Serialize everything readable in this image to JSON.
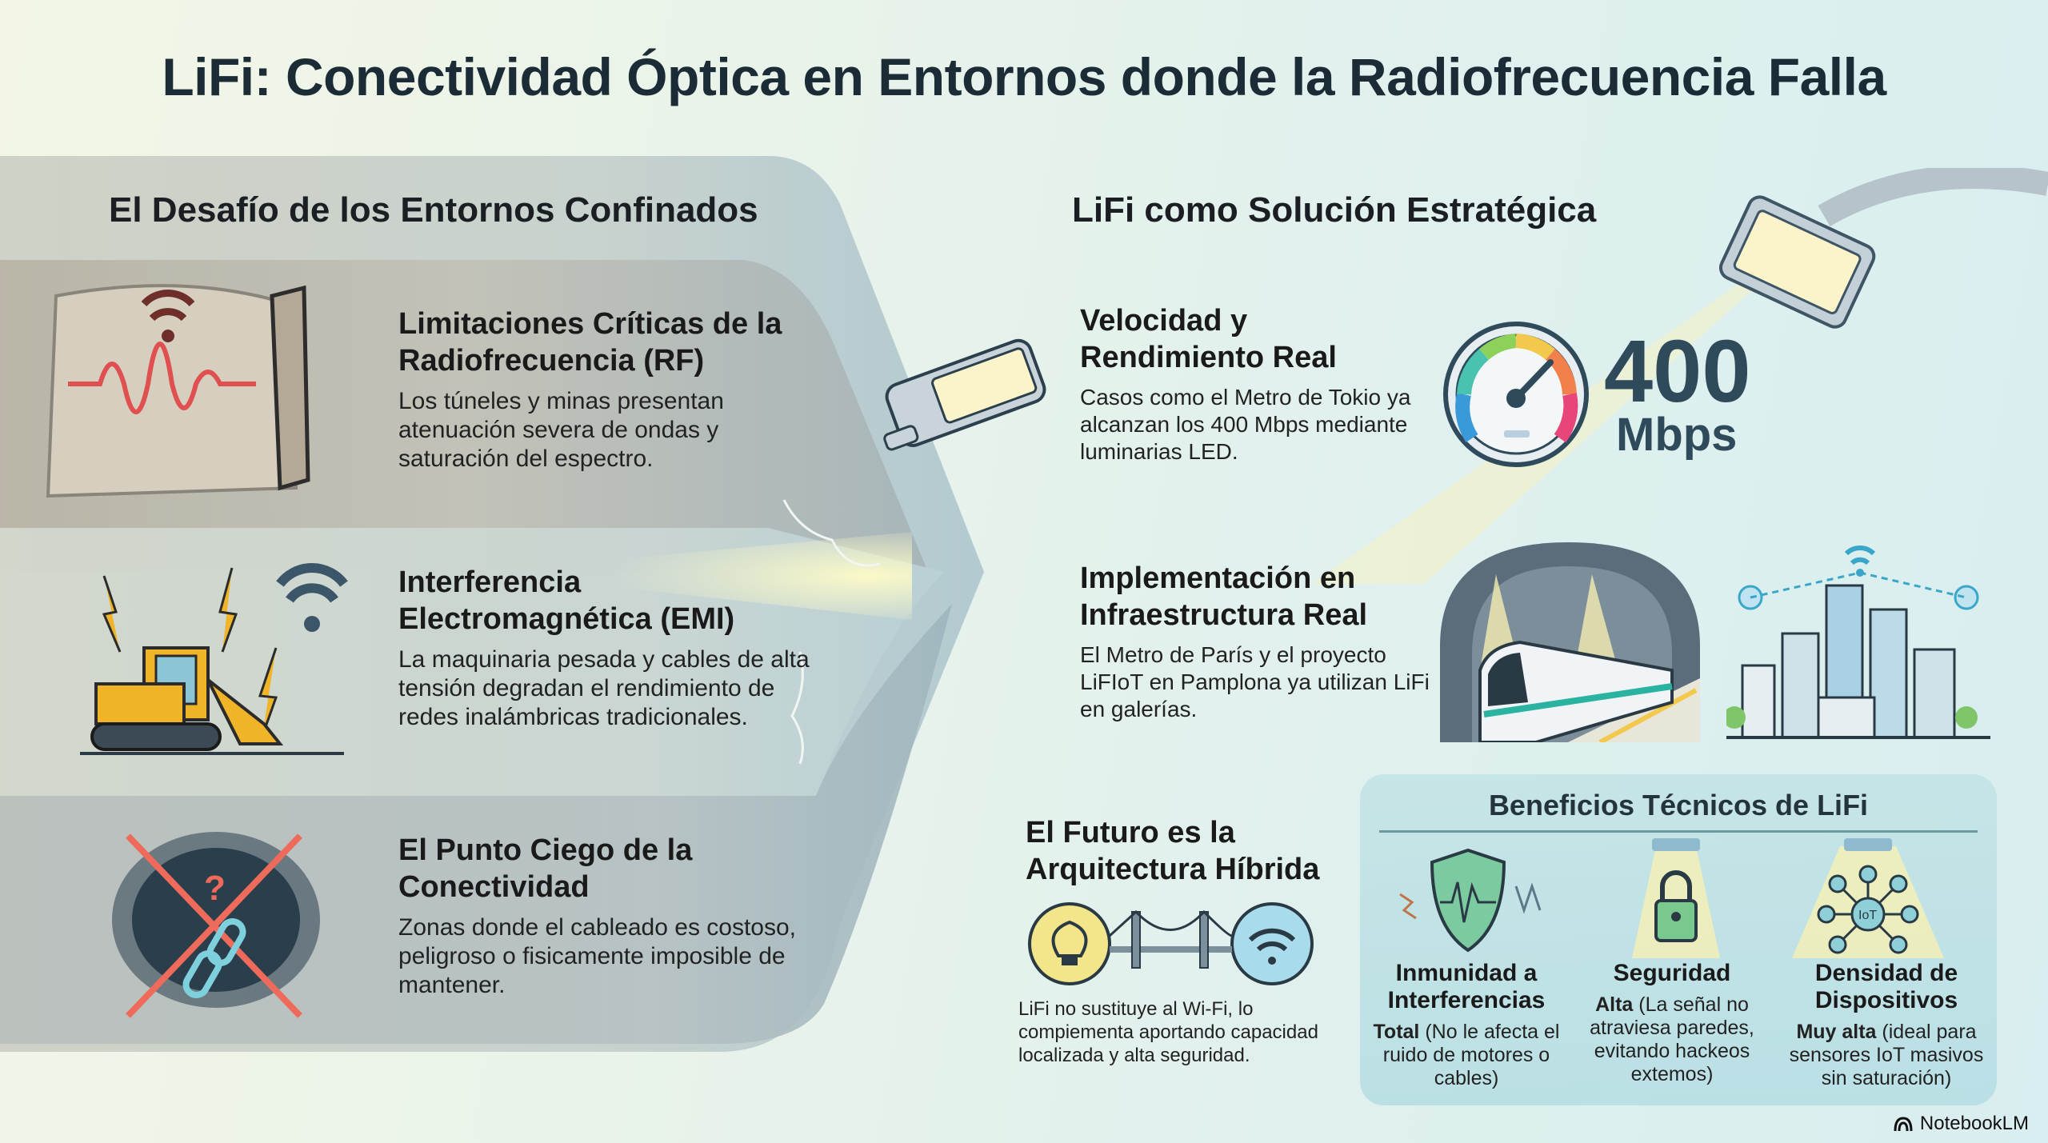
{
  "title": "LiFi: Conectividad Óptica en Entornos donde la Radiofrecuencia Falla",
  "left_section": {
    "heading": "El Desafío de los Entornos Confinados",
    "items": [
      {
        "title": "Limitaciones Críticas de la Radiofrecuencia (RF)",
        "description": "Los túneles y minas presentan atenuación severa de ondas y saturación del espectro.",
        "icon": "tunnel-signal-wall-icon"
      },
      {
        "title": "Interferencia Electromagnética (EMI)",
        "description": "La maquinaria pesada y cables de alta tensión degradan el rendimiento de redes inalámbricas tradicionales.",
        "icon": "bulldozer-lightning-icon"
      },
      {
        "title": "El Punto Ciego de la Conectividad",
        "description": "Zonas donde el cableado es costoso, peligroso o fisicamente imposible de mantener.",
        "icon": "broken-link-icon"
      }
    ]
  },
  "right_section": {
    "heading": "LiFi como Solución Estratégica",
    "speed": {
      "title": "Velocidad y Rendimiento Real",
      "description": "Casos como el Metro de Tokio ya alcanzan los 400 Mbps mediante luminarias LED.",
      "value": "400",
      "unit": "Mbps"
    },
    "implementation": {
      "title": "Implementación en Infraestructura Real",
      "description": "El Metro de París y el proyecto LiFIoT en Pamplona ya utilizan LiFi en galerías."
    },
    "hybrid": {
      "title": "El Futuro es la Arquitectura Híbrida",
      "description": "LiFi no sustituye al Wi-Fi, lo compiementa aportando capacidad localizada y alta seguridad."
    },
    "benefits": {
      "title": "Beneficios Técnicos de LiFi",
      "items": [
        {
          "title": "Inmunidad a Interferencias",
          "bold": "Total",
          "detail": "(No le afecta el ruido de motores o cables)"
        },
        {
          "title": "Seguridad",
          "bold": "Alta",
          "detail": "(La señal no atraviesa paredes, evitando hackeos extemos)"
        },
        {
          "title": "Densidad de Dispositivos",
          "bold": "Muy alta",
          "detail": "(ideal para sensores IoT masivos sin saturación)"
        }
      ]
    }
  },
  "colors": {
    "title": "#1c2c36",
    "accent_dark": "#2f4a5a",
    "rf_wave": "#e05050",
    "machine_yellow": "#f0b429",
    "light_yellow": "#f7f0b0",
    "red_x": "#ee6a5a",
    "link_cyan": "#7fd0dd"
  },
  "footer": {
    "brand": "NotebookLM"
  }
}
